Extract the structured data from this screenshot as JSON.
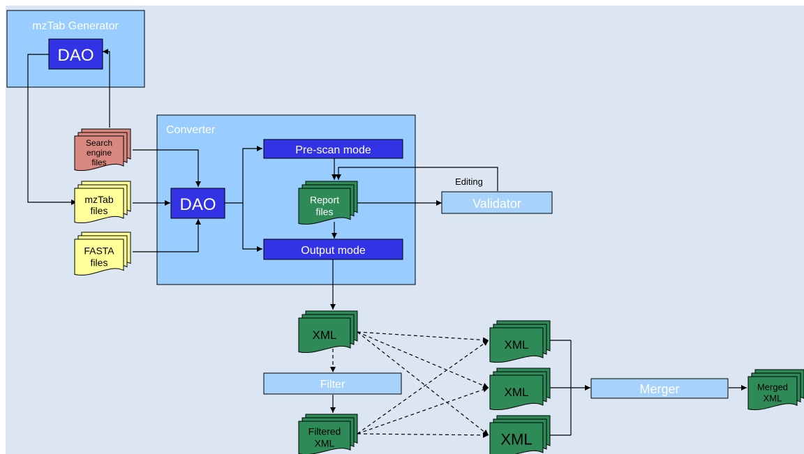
{
  "colors": {
    "background": "#dce6f2",
    "container": "#99ccff",
    "dao": "#3333e6",
    "mode_box": "#3333e6",
    "tool_box": "#a6d2fb",
    "doc_red": "#d98880",
    "doc_yellow": "#ffff99",
    "doc_green": "#2e8b57"
  },
  "diagram": {
    "generator": {
      "title": "mzTab Generator",
      "dao": "DAO"
    },
    "converter": {
      "title": "Converter",
      "dao": "DAO",
      "prescan": "Pre-scan mode",
      "output": "Output mode"
    },
    "inputs": {
      "search": [
        "Search",
        "engine",
        "files"
      ],
      "mztab": [
        "mzTab",
        "files"
      ],
      "fasta": [
        "FASTA",
        "files"
      ]
    },
    "report": [
      "Report",
      "files"
    ],
    "validator": "Validator",
    "editing": "Editing",
    "xml_out": "XML",
    "filter": "Filter",
    "filtered": [
      "Filtered",
      "XML"
    ],
    "xml_sets": [
      "XML",
      "XML",
      "XML"
    ],
    "merger": "Merger",
    "merged": [
      "Merged",
      "XML"
    ]
  }
}
